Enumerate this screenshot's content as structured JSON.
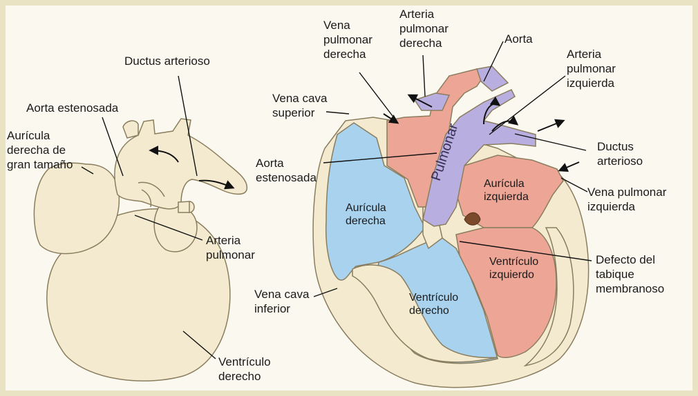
{
  "colors": {
    "frame": "#e9e2c3",
    "background": "#fbf8ef",
    "heart_tissue": "#f3ead0",
    "tissue_outline": "#8a7d5e",
    "right_side_blood": "#a9d2ee",
    "left_side_blood": "#eda596",
    "pulmonary_artery": "#b8aee0"
  },
  "labels": {
    "ductus_top": "Ductus arterioso",
    "aorta_estenosada_left": "Aorta estenosada",
    "auricula_derecha_gran": "Aurícula\nderecha de\ngran tamaño",
    "arteria_pulmonar_left": "Arteria\npulmonar",
    "vena_cava_inferior": "Vena cava\ninferior",
    "ventriculo_derecho_left": "Ventrículo\nderecho",
    "vena_pulmonar_derecha": "Vena\npulmonar\nderecha",
    "arteria_pulmonar_derecha": "Arteria\npulmonar\nderecha",
    "aorta_top": "Aorta",
    "arteria_pulmonar_izquierda": "Arteria\npulmonar\nizquierda",
    "vena_cava_superior": "Vena cava\nsuperior",
    "aorta_estenosada_right": "Aorta\nestenosada",
    "ductus_right": "Ductus\narterioso",
    "vena_pulmonar_izquierda": "Vena pulmonar\nizquierda",
    "defecto_tabique": "Defecto del\ntabique\nmembranoso",
    "auricula_derecha_inner": "Aurícula\nderecha",
    "auricula_izquierda_inner": "Aurícula\nizquierda",
    "ventriculo_izquierdo_inner": "Ventrículo\nizquierdo",
    "ventriculo_derecho_inner": "Ventrículo\nderecho",
    "pulmonar_vessel": "Pulmonar"
  }
}
